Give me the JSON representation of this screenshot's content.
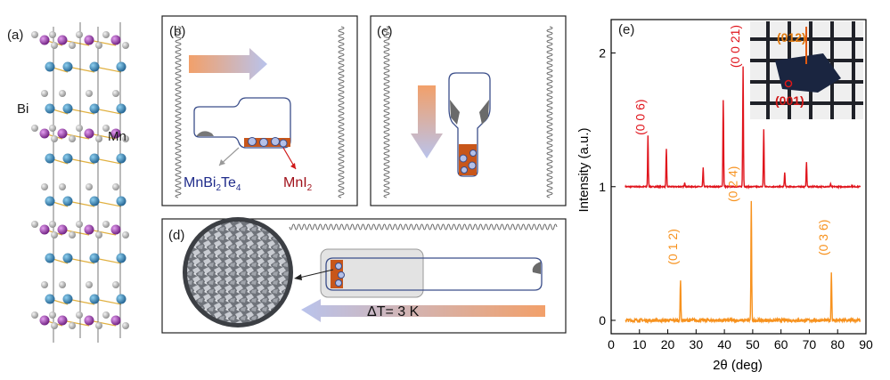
{
  "panel_a": {
    "label": "(a)",
    "atom_bi": "Bi",
    "atom_mn": "Mn"
  },
  "panel_b": {
    "label": "(b)",
    "product1_main": "MnBi",
    "product1_sub1": "2",
    "product1_mid": "Te",
    "product1_sub2": "4",
    "product2_main": "MnI",
    "product2_sub": "2"
  },
  "panel_c": {
    "label": "(c)"
  },
  "panel_d": {
    "label": "(d)",
    "delta_t": "ΔT= 3 K"
  },
  "colors": {
    "red_trace": "#e0141c",
    "orange_trace": "#f7921e",
    "gradient_orange": "#f2a06a",
    "gradient_blue": "#b9c3ec",
    "crucible_fill": "#c8561a",
    "ampoule_outline": "#3b4e8a",
    "mn_atom": "#8a2a9c",
    "bi_atom": "#2f7fb0"
  },
  "chart_data": {
    "type": "line",
    "panel_label": "(e)",
    "xlabel": "2θ (deg)",
    "ylabel": "Intensity (a.u.)",
    "xlim": [
      0,
      90
    ],
    "ylim": [
      -0.1,
      2.25
    ],
    "xticks": [
      "0",
      "10",
      "20",
      "30",
      "40",
      "50",
      "60",
      "70",
      "80",
      "90"
    ],
    "yticks": [
      "0",
      "1",
      "2"
    ],
    "series": [
      {
        "color": "#e0141c",
        "baseline": 1.0,
        "peaks": [
          {
            "x": 13.0,
            "y": 1.38
          },
          {
            "x": 19.5,
            "y": 1.28
          },
          {
            "x": 26.0,
            "y": 1.03
          },
          {
            "x": 32.5,
            "y": 1.14
          },
          {
            "x": 39.6,
            "y": 1.65
          },
          {
            "x": 46.6,
            "y": 1.9
          },
          {
            "x": 53.9,
            "y": 1.43
          },
          {
            "x": 61.3,
            "y": 1.11
          },
          {
            "x": 69.0,
            "y": 1.18
          },
          {
            "x": 77.5,
            "y": 1.02
          },
          {
            "x": 85.0,
            "y": 1.01
          }
        ]
      },
      {
        "color": "#f7921e",
        "baseline": 0.0,
        "peaks": [
          {
            "x": 24.5,
            "y": 0.31
          },
          {
            "x": 49.5,
            "y": 0.9
          },
          {
            "x": 77.8,
            "y": 0.37
          }
        ]
      }
    ],
    "annotations": [
      {
        "text": "(0 0 6)",
        "series": 0
      },
      {
        "text": "(0 0 21)",
        "series": 0
      },
      {
        "text": "(0 1 2)",
        "series": 1
      },
      {
        "text": "(0 2 4)",
        "series": 1
      },
      {
        "text": "(0 3 6)",
        "series": 1
      }
    ],
    "inset_labels": [
      "(012)",
      "(001)"
    ]
  }
}
